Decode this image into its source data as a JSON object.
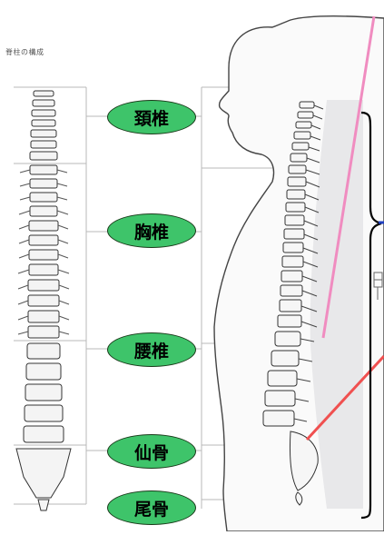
{
  "heading": "脊柱の構成",
  "labels": {
    "cervical": "頚椎",
    "thoracic": "胸椎",
    "lumbar": "腰椎",
    "sacrum": "仙骨",
    "coccyx": "尾骨"
  },
  "colors": {
    "pill_fill": "#3ec46a",
    "pill_border": "#1a3a1a",
    "pink_line": "#f08cc0",
    "red_line": "#f05050",
    "brace": "#000000",
    "blue_dash": "#2040c0"
  }
}
